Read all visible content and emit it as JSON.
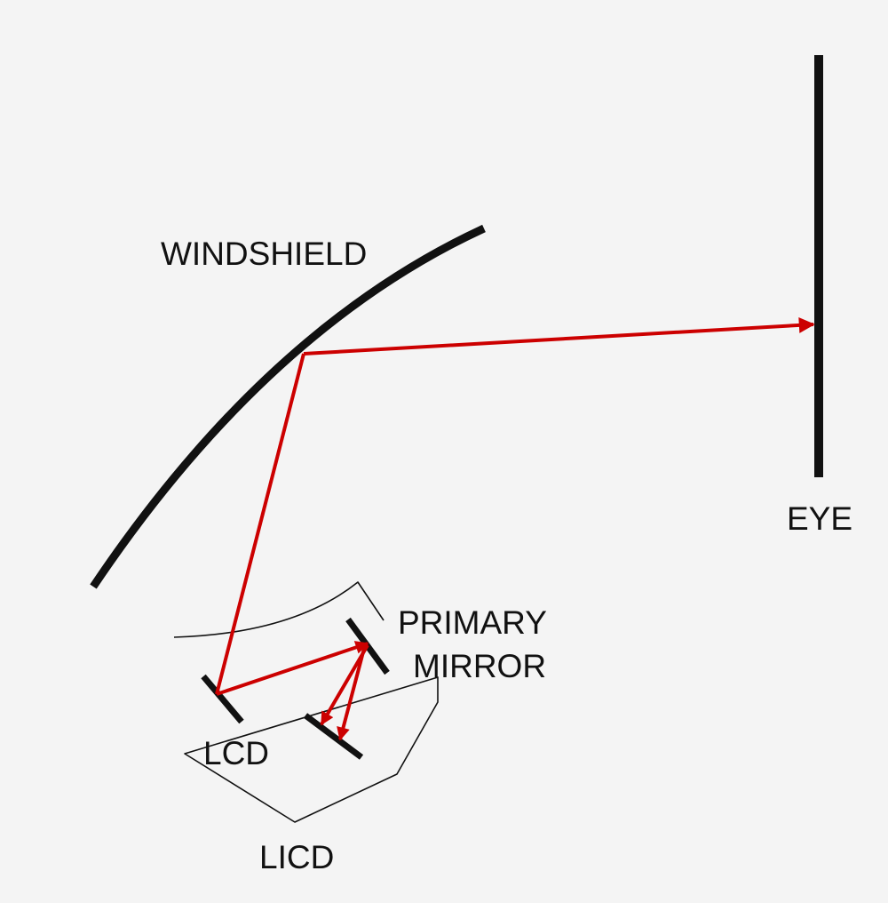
{
  "labels": {
    "windshield": "WINDSHIELD",
    "eye": "EYE",
    "primary_mirror_line1": "PRIMARY",
    "primary_mirror_line2": "MIRROR",
    "lcd": "LCD",
    "housing": "LICD"
  },
  "colors": {
    "background": "#f4f4f4",
    "structure": "#111111",
    "light_ray": "#cc0000"
  }
}
